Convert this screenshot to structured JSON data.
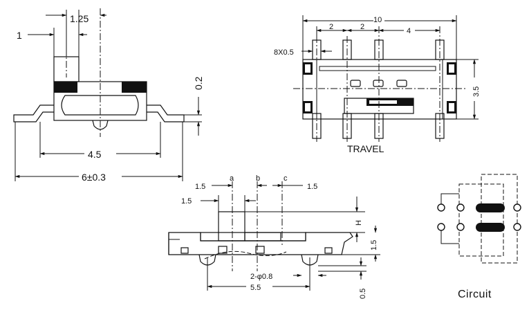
{
  "side_view": {
    "dim_1": "1",
    "dim_1_25": "1.25",
    "dim_0_2": "0.2",
    "dim_4_5": "4.5",
    "dim_6": "6±0.3"
  },
  "top_view": {
    "dim_10": "10",
    "dim_2a": "2",
    "dim_2b": "2",
    "dim_4": "4",
    "dim_pins": "8X0.5",
    "dim_3_5": "3.5",
    "travel_label": "TRAVEL"
  },
  "front_view": {
    "label_a": "a",
    "label_b": "b",
    "label_c": "c",
    "dim_1_5_left": "1.5",
    "dim_1_5_right": "1.5",
    "dim_1_5_lower": "1.5",
    "dim_H": "H",
    "dim_1_5_vert": "1.5",
    "dim_holes": "2-φ0.8",
    "dim_5_5": "5.5",
    "dim_0_5": "0.5"
  },
  "circuit": {
    "label": "Circuit"
  }
}
